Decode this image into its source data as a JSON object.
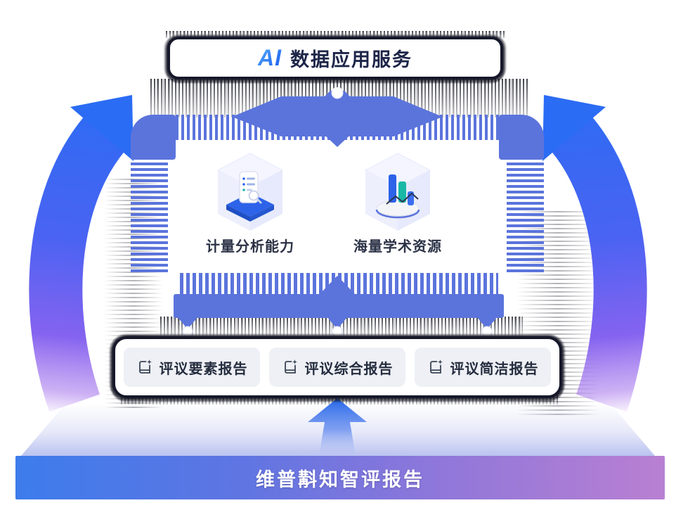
{
  "top_box": {
    "prefix": "AI",
    "title": "数据应用服务"
  },
  "capabilities": [
    {
      "label": "计量分析能力",
      "icon": "document-magnifier-3d-icon"
    },
    {
      "label": "海量学术资源",
      "icon": "bar-chart-3d-icon"
    }
  ],
  "reports": {
    "items": [
      {
        "label": "评议要素报告"
      },
      {
        "label": "评议综合报告"
      },
      {
        "label": "评议简洁报告"
      }
    ]
  },
  "bottom_bar": {
    "label": "维普斠知智评报告"
  },
  "colors": {
    "stripe_blue": "#5b74dc",
    "accent_blue": "#2d63e8",
    "dark_border": "#16182a",
    "bar_gradient_left": "#3d7cec",
    "bar_gradient_right": "#b980d2",
    "arrow_top_blue": "#2b6cf4",
    "arrow_bottom_purple": "#a66ae8",
    "report_chip_bg": "#eef0f5",
    "title_navy": "#1d2548"
  }
}
